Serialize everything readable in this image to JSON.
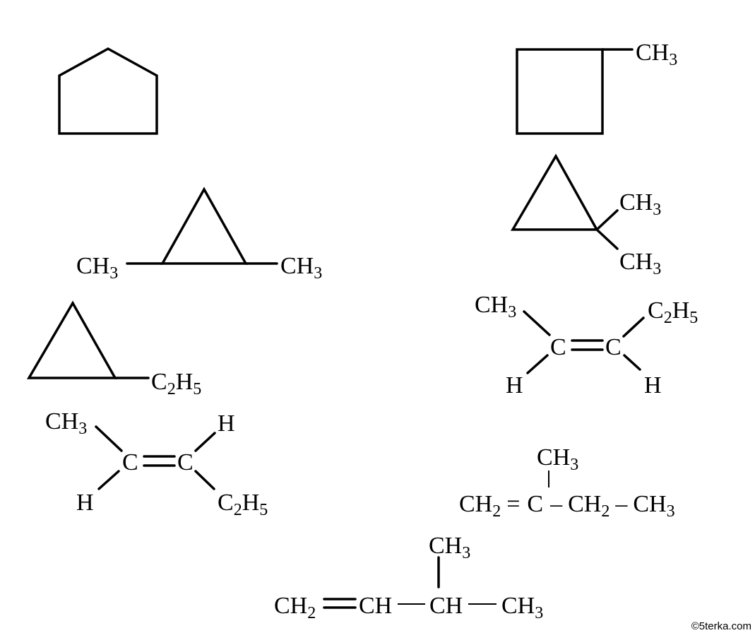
{
  "structures": {
    "methylcyclobutane": {
      "ch3": {
        "main": "CH",
        "sub": "3"
      }
    },
    "dimethylcyclopropane_12": {
      "left": {
        "main": "CH",
        "sub": "3"
      },
      "right": {
        "main": "CH",
        "sub": "3"
      }
    },
    "dimethylcyclopropane_11": {
      "top": {
        "main": "CH",
        "sub": "3"
      },
      "bottom": {
        "main": "CH",
        "sub": "3"
      }
    },
    "ethylcyclopropane": {
      "c2h5": {
        "c": "C",
        "sub1": "2",
        "h": "H",
        "sub2": "5"
      }
    },
    "cis_pent2ene": {
      "ch3": {
        "main": "CH",
        "sub": "3"
      },
      "c2h5": {
        "c": "C",
        "sub1": "2",
        "h": "H",
        "sub2": "5"
      },
      "c_left": "C",
      "c_right": "C",
      "h_left": "H",
      "h_right": "H"
    },
    "trans_pent2ene": {
      "ch3": {
        "main": "CH",
        "sub": "3"
      },
      "c2h5": {
        "c": "C",
        "sub1": "2",
        "h": "H",
        "sub2": "5"
      },
      "c_left": "C",
      "c_right": "C",
      "h_top": "H",
      "h_bottom": "H"
    },
    "methylbut1ene_2": {
      "branch": {
        "main": "CH",
        "sub": "3"
      },
      "chain": [
        {
          "main": "CH",
          "sub": "2"
        },
        {
          "text": "="
        },
        {
          "main": "C"
        },
        {
          "text": "–"
        },
        {
          "main": "CH",
          "sub": "2"
        },
        {
          "text": "–"
        },
        {
          "main": "CH",
          "sub": "3"
        }
      ]
    },
    "methylbut1ene_3": {
      "branch": {
        "main": "CH",
        "sub": "3"
      },
      "ch2": {
        "main": "CH",
        "sub": "2"
      },
      "ch_1": "CH",
      "ch_2": "CH",
      "ch3": {
        "main": "CH",
        "sub": "3"
      }
    }
  },
  "watermark": "©5terka.com"
}
